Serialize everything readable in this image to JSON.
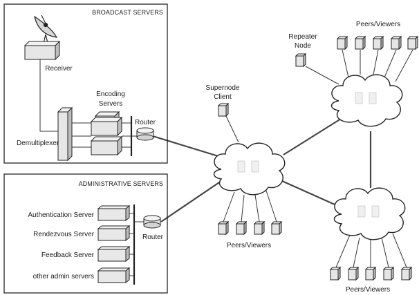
{
  "broadcast_servers": {
    "title": "BROADCAST SERVERS",
    "receiver": "Receiver",
    "encoding_servers": [
      "Encoding",
      "Servers"
    ],
    "demultiplexer": "Demultiplexer",
    "router": "Router"
  },
  "administrative_servers": {
    "title": "ADMINISTRATIVE SERVERS",
    "servers": [
      "Authentication Server",
      "Rendezvous Server",
      "Feedback Server",
      "other admin servers"
    ],
    "router": "Router"
  },
  "network": {
    "supernode_client": [
      "Supernode",
      "Client"
    ],
    "repeater_node": [
      "Repeater",
      "Node"
    ],
    "peers_viewers_top": "Peers/Viewers",
    "peers_viewers_middle": "Peers/Viewers",
    "peers_viewers_bottom": "Peers/Viewers"
  }
}
